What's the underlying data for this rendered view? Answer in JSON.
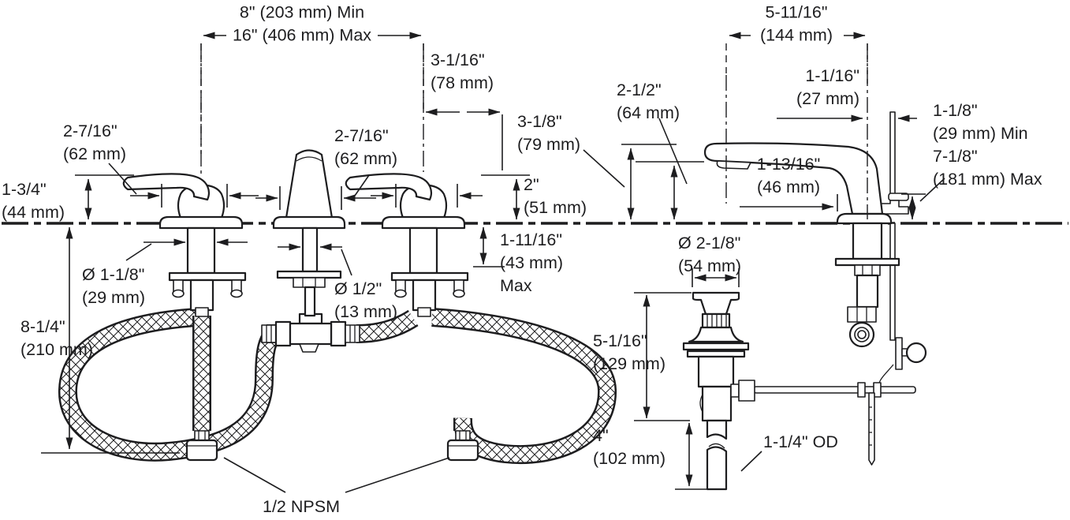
{
  "colors": {
    "ink": "#1d1d1f",
    "background": "#ffffff"
  },
  "front_view": {
    "spread": {
      "min": "8\" (203 mm) Min",
      "max": "16\" (406 mm) Max"
    },
    "handle_center_to_lever_tip": {
      "in": "3-1/16\"",
      "mm": "(78 mm)"
    },
    "left_handle_width": {
      "in": "2-7/16\"",
      "mm": "(62 mm)"
    },
    "handle_height": {
      "in": "1-3/4\"",
      "mm": "(44 mm)"
    },
    "spout_width": {
      "in": "2-7/16\"",
      "mm": "(62 mm)"
    },
    "lever_height": {
      "in": "2\"",
      "mm": "(51 mm)"
    },
    "max_deck_thickness": {
      "in": "1-11/16\"",
      "mm": "(43 mm)",
      "suffix": "Max"
    },
    "handle_shank_diameter": {
      "in": "Ø 1-1/8\"",
      "mm": "(29 mm)"
    },
    "spout_shank_diameter": {
      "in": "Ø 1/2\"",
      "mm": "(13 mm)"
    },
    "supply_hose_length": {
      "in": "8-1/4\"",
      "mm": "(210 mm)"
    },
    "supply_thread": "1/2 NPSM"
  },
  "side_view": {
    "spout_reach": {
      "in": "5-11/16\"",
      "mm": "(144 mm)"
    },
    "outlet_height": {
      "in": "2-1/2\"",
      "mm": "(64 mm)"
    },
    "spout_height": {
      "in": "3-1/8\"",
      "mm": "(79 mm)"
    },
    "lift_rod_offset": {
      "in": "1-1/16\"",
      "mm": "(27 mm)"
    },
    "lift_rod_height": {
      "min_in": "1-1/8\"",
      "min_mm": "(29 mm) Min",
      "max_in": "7-1/8\"",
      "max_mm": "(181 mm) Max"
    },
    "spout_base_to_outlet": {
      "in": "1-13/16\"",
      "mm": "(46 mm)"
    },
    "drain_flange_diameter": {
      "in": "Ø 2-1/8\"",
      "mm": "(54 mm)"
    },
    "drain_body_height": {
      "in": "5-1/16\"",
      "mm": "(129 mm)"
    },
    "tailpiece_length": {
      "in": "4\"",
      "mm": "(102 mm)"
    },
    "tailpiece_od": "1-1/4\" OD"
  }
}
